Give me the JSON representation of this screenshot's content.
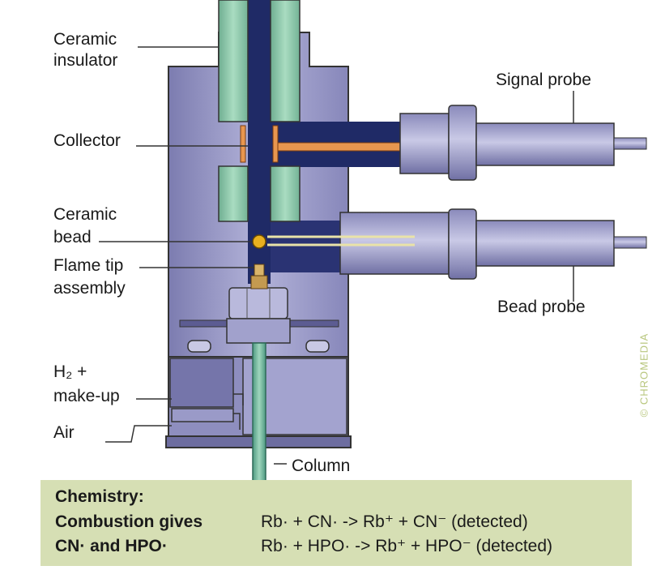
{
  "labels": {
    "ceramic_insulator": [
      "Ceramic",
      "insulator"
    ],
    "collector": "Collector",
    "ceramic_bead": [
      "Ceramic",
      "bead"
    ],
    "flame_tip": [
      "Flame tip",
      "assembly"
    ],
    "h2_makeup": [
      "H₂ +",
      "make-up"
    ],
    "air": "Air",
    "signal_probe": "Signal probe",
    "bead_probe": "Bead probe",
    "column": "Column"
  },
  "watermark": "© CHROMEDIA",
  "chemistry": {
    "heading": "Chemistry:",
    "line1_left": "Combustion gives",
    "line2_left": "CN· and HPO·",
    "reaction1": "Rb· + CN· -> Rb⁺ + CN⁻ (detected)",
    "reaction2": "Rb· + HPO· -> Rb⁺ + HPO⁻ (detected)"
  },
  "colors": {
    "body": "#9a9ac4",
    "body_dark": "#7a7aaa",
    "insulator": "#8fc6ab",
    "channel": "#1f2a66",
    "collector": "#e8964f",
    "bead": "#e8b020",
    "panel": "#d6dfb4"
  }
}
